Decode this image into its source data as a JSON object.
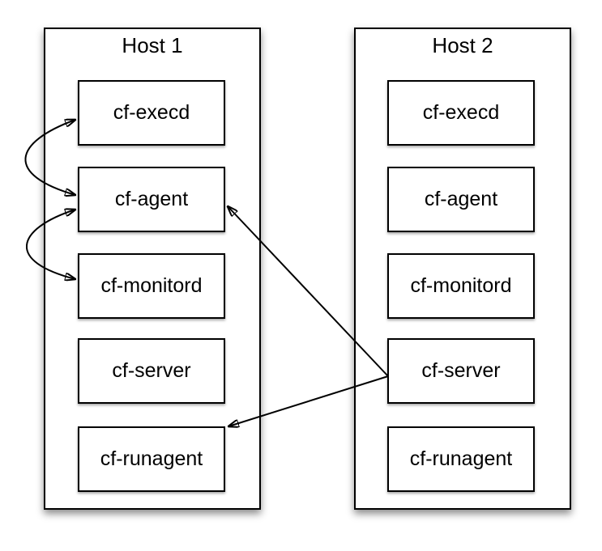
{
  "diagram": {
    "hosts": [
      {
        "title": "Host 1",
        "processes": [
          "cf-execd",
          "cf-agent",
          "cf-monitord",
          "cf-server",
          "cf-runagent"
        ]
      },
      {
        "title": "Host 2",
        "processes": [
          "cf-execd",
          "cf-agent",
          "cf-monitord",
          "cf-server",
          "cf-runagent"
        ]
      }
    ],
    "connections": [
      {
        "type": "bidirectional-curved",
        "a": "host1/cf-execd",
        "b": "host1/cf-agent"
      },
      {
        "type": "bidirectional-curved",
        "a": "host1/cf-agent",
        "b": "host1/cf-monitord"
      },
      {
        "type": "directed",
        "from": "host2/cf-server",
        "to": "host1/cf-agent"
      },
      {
        "type": "directed",
        "from": "host2/cf-server",
        "to": "host1/cf-runagent"
      }
    ],
    "colors": {
      "background": "#ffffff",
      "box_fill": "#ffffff",
      "box_border": "#000000",
      "line": "#000000",
      "text": "#000000"
    }
  }
}
